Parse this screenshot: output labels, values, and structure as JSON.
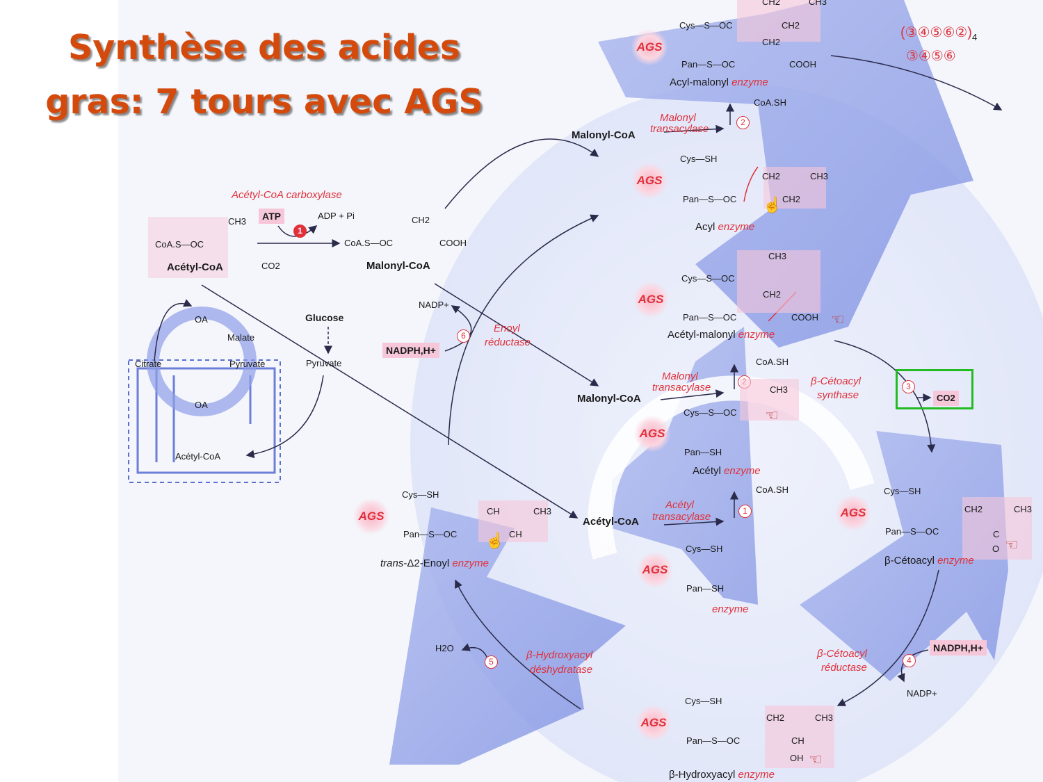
{
  "title": "Synthèse des acides gras: 7 tours avec AGS",
  "cycle_notation": {
    "line1": "(③④⑤⑥②)",
    "subscript": "4",
    "line2": "③④⑤⑥"
  },
  "nodes": {
    "acetyl_coa_top": {
      "name": "Acétyl-CoA",
      "formula": "CoA.S—OC",
      "group": "CH3"
    },
    "malonyl_coa_top": {
      "name": "Malonyl-CoA",
      "formula": "CoA.S—OC",
      "groups": [
        "CH2",
        "COOH"
      ]
    },
    "carboxylase": {
      "label": "Acétyl-CoA carboxylase",
      "atp": "ATP",
      "adp": "ADP + Pi",
      "co2": "CO2",
      "step": "1"
    },
    "mito": {
      "citrate": "Citrate",
      "oa1": "OA",
      "malate": "Malate",
      "pyruvate": "Pyruvate",
      "oa2": "OA",
      "acetyl": "Acétyl-CoA"
    },
    "cyto": {
      "glucose": "Glucose",
      "pyruvate": "Pyruvate"
    },
    "enoyl_reductase": {
      "label1": "Enoyl",
      "label2": "réductase",
      "nadp": "NADP+",
      "nadph": "NADPH,H+",
      "step": "6"
    },
    "acyl_malonyl": {
      "name": "Acyl-malonyl",
      "suffix": "enzyme",
      "ags": "AGS",
      "cys": "Cys—S—OC",
      "pan": "Pan—S—OC",
      "groups": [
        "CH2",
        "CH3",
        "CH2",
        "CH2",
        "COOH"
      ]
    },
    "malonyl_transacylase_top": {
      "substrate": "Malonyl-CoA",
      "label1": "Malonyl",
      "label2": "transacylase",
      "product": "CoA.SH",
      "step": "2"
    },
    "acyl_enzyme": {
      "name": "Acyl",
      "suffix": "enzyme",
      "ags": "AGS",
      "cys": "Cys—SH",
      "pan": "Pan—S—OC",
      "groups": [
        "CH2",
        "CH3",
        "CH2"
      ]
    },
    "acetyl_malonyl": {
      "name": "Acétyl-malonyl",
      "suffix": "enzyme",
      "ags": "AGS",
      "cys": "Cys—S—OC",
      "pan": "Pan—S—OC",
      "groups": [
        "CH3",
        "CH2",
        "COOH"
      ]
    },
    "malonyl_transacylase_mid": {
      "substrate": "Malonyl-CoA",
      "label1": "Malonyl",
      "label2": "transacylase",
      "product": "CoA.SH",
      "step": "2"
    },
    "acetyl_enzyme": {
      "name": "Acétyl",
      "suffix": "enzyme",
      "ags": "AGS",
      "cys": "Cys—S—OC",
      "pan": "Pan—SH",
      "groups": [
        "CH3"
      ]
    },
    "acetyl_transacylase": {
      "substrate": "Acétyl-CoA",
      "label1": "Acétyl",
      "label2": "transacylase",
      "product": "CoA.SH",
      "step": "1"
    },
    "free_enzyme": {
      "name": "enzyme",
      "ags": "AGS",
      "cys": "Cys—SH",
      "pan": "Pan—SH"
    },
    "ketoacyl_synthase": {
      "label1": "β-Cétoacyl",
      "label2": "synthase",
      "step": "3",
      "co2": "CO2"
    },
    "ketoacyl_enzyme": {
      "name": "β-Cétoacyl",
      "suffix": "enzyme",
      "ags": "AGS",
      "cys": "Cys—SH",
      "pan": "Pan—S—OC",
      "groups": [
        "CH2",
        "CH3",
        "C",
        "O"
      ]
    },
    "ketoacyl_reductase": {
      "label1": "β-Cétoacyl",
      "label2": "réductase",
      "step": "4",
      "nadph": "NADPH,H+",
      "nadp": "NADP+"
    },
    "hydroxyacyl_enzyme": {
      "name": "β-Hydroxyacyl",
      "suffix": "enzyme",
      "ags": "AGS",
      "cys": "Cys—SH",
      "pan": "Pan—S—OC",
      "groups": [
        "CH2",
        "CH3",
        "CH",
        "OH"
      ]
    },
    "dehydratase": {
      "label1": "β-Hydroxyacyl",
      "label2": "déshydratase",
      "step": "5",
      "water": "H2O"
    },
    "enoyl_enzyme": {
      "name_prefix": "trans",
      "name_main": "-Δ2-Enoyl",
      "suffix": "enzyme",
      "ags": "AGS",
      "cys": "Cys—SH",
      "pan": "Pan—S—OC",
      "groups": [
        "CH",
        "CH3",
        "CH"
      ]
    }
  },
  "colors": {
    "title": "#d44a0c",
    "enzyme_red": "#e0303a",
    "arrow_blue": "#8e9ee8",
    "highlight_pink": "#f6c7d9",
    "co2_frame": "#22bb22"
  }
}
